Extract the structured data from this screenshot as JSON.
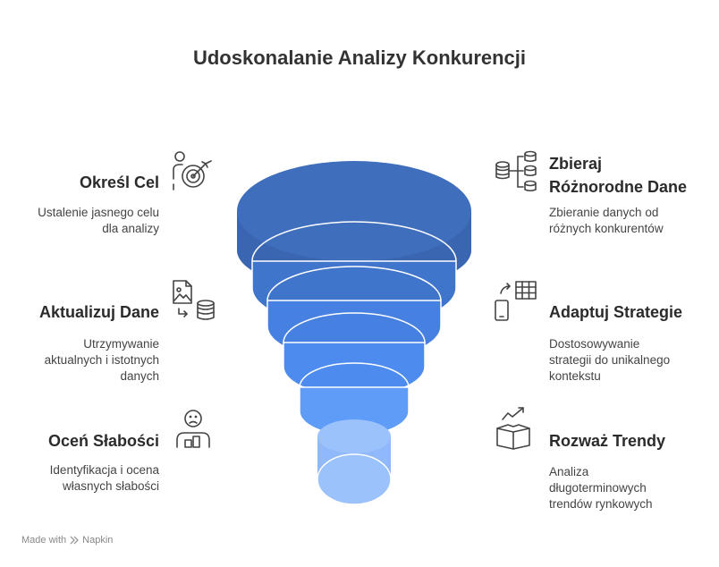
{
  "title": "Udoskonalanie Analizy Konkurencji",
  "left_items": [
    {
      "title": "Określ Cel",
      "desc_lines": [
        "Ustalenie jasnego celu",
        "dla analizy"
      ],
      "icon": "target-person-icon"
    },
    {
      "title": "Aktualizuj Dane",
      "desc_lines": [
        "Utrzymywanie",
        "aktualnych i istotnych",
        "danych"
      ],
      "icon": "image-to-database-icon"
    },
    {
      "title": "Oceń Słabości",
      "desc_lines": [
        "Identyfikacja i ocena",
        "własnych słabości"
      ],
      "icon": "sad-person-icon"
    }
  ],
  "right_items": [
    {
      "title_lines": [
        "Zbieraj",
        "Różnorodne Dane"
      ],
      "desc_lines": [
        "Zbieranie danych od",
        "różnych konkurentów"
      ],
      "icon": "database-branch-icon"
    },
    {
      "title_lines": [
        "Adaptuj Strategie"
      ],
      "desc_lines": [
        "Dostosowywanie",
        "strategii do unikalnego",
        "kontekstu"
      ],
      "icon": "phone-table-icon"
    },
    {
      "title_lines": [
        "Rozważ Trendy"
      ],
      "desc_lines": [
        "Analiza",
        "długoterminowych",
        "trendów rynkowych"
      ],
      "icon": "trend-book-icon"
    }
  ],
  "footer": {
    "made_with": "Made with",
    "brand": "Napkin"
  },
  "colors": {
    "layer1": "#3f6ebd",
    "layer2": "#4479d3",
    "layer3": "#4a85e6",
    "layer4": "#508ff2",
    "layer5": "#63a0f9",
    "layer6": "#92bcfb",
    "icon": "#444444"
  }
}
